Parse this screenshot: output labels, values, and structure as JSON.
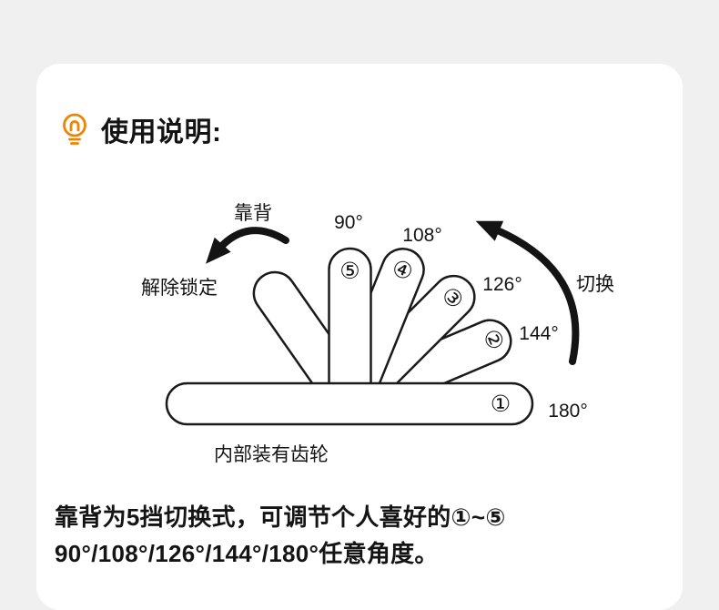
{
  "theme": {
    "page_bg": "#f0f0f0",
    "card_bg": "#ffffff",
    "ink": "#141414",
    "accent": "#f08300"
  },
  "header": {
    "icon": "lightbulb-icon",
    "title": "使用说明:"
  },
  "diagram": {
    "backrest_label": "靠背",
    "unlock_label": "解除锁定",
    "switch_label": "切换",
    "gear_note": "内部装有齿轮",
    "icons": {
      "unlock": "curved-arrow-left",
      "switch": "curved-arrow-up"
    },
    "positions": [
      {
        "num": "⑤",
        "angle": "90°"
      },
      {
        "num": "④",
        "angle": "108°"
      },
      {
        "num": "③",
        "angle": "126°"
      },
      {
        "num": "②",
        "angle": "144°"
      },
      {
        "num": "①",
        "angle": "180°"
      }
    ]
  },
  "footer": {
    "line1": "靠背为5挡切换式，可调节个人喜好的①~⑤",
    "line2": "90°/108°/126°/144°/180°任意角度。"
  }
}
